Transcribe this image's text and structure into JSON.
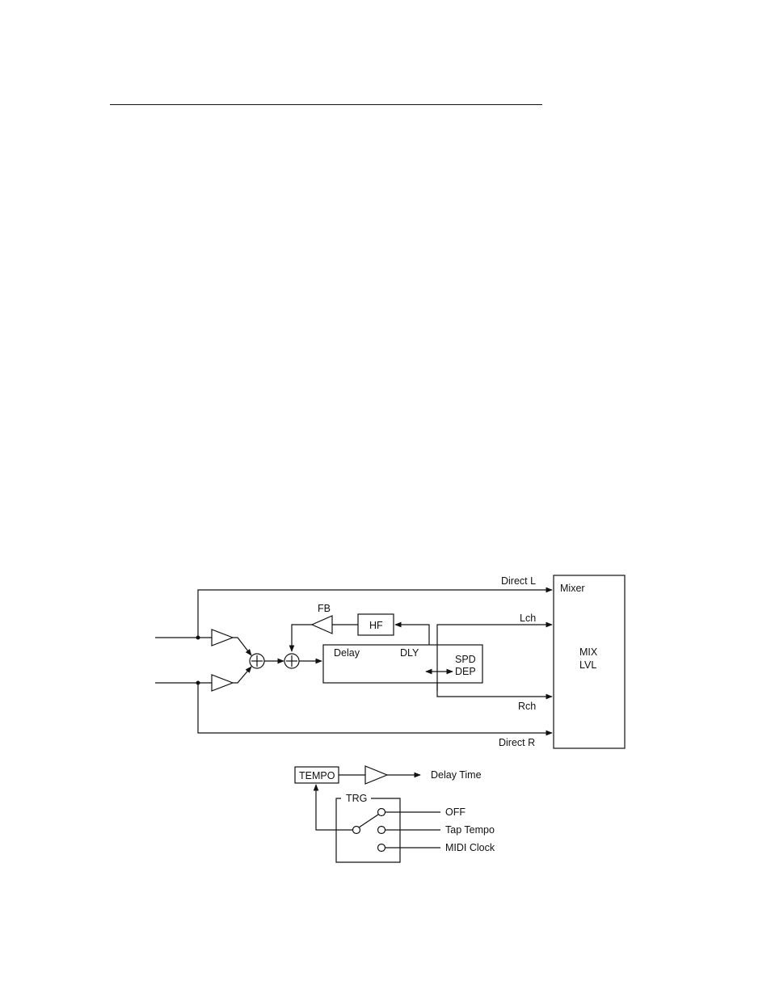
{
  "diagram": {
    "labels": {
      "direct_l": "Direct L",
      "direct_r": "Direct R",
      "mixer": "Mixer",
      "mix": "MIX",
      "lvl": "LVL",
      "fb": "FB",
      "hf": "HF",
      "lch": "Lch",
      "rch": "Rch",
      "delay": "Delay",
      "dly": "DLY",
      "spd": "SPD",
      "dep": "DEP"
    },
    "tempo": {
      "tempo": "TEMPO",
      "delay_time": "Delay Time",
      "trg": "TRG",
      "off": "OFF",
      "tap_tempo": "Tap Tempo",
      "midi_clock": "MIDI Clock"
    }
  }
}
